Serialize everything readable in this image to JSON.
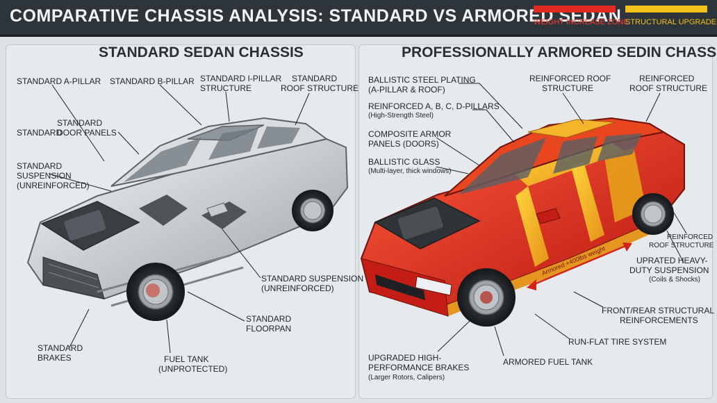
{
  "title": "COMPARATIVE CHASSIS ANALYSIS: STANDARD VS ARMORED SEDAN",
  "legend": [
    {
      "label": "WEIGHT INCREASE ZONE",
      "color": "#e02a22"
    },
    {
      "label": "STRUCTURAL UPGRADES",
      "color": "#f2c21a"
    }
  ],
  "left": {
    "heading": "STANDARD SEDAN CHASSIS",
    "labels": {
      "a_pillar": "STANDARD A-PILLAR",
      "b_pillar": "STANDARD B-PILLAR",
      "i_pillar_1": "STANDARD I-PILLAR",
      "i_pillar_2": "STRUCTURE",
      "roof_1": "STANDARD",
      "roof_2": "ROOF STRUCTURE",
      "door_std": "STANDARD",
      "door_1": "STANDARD",
      "door_2": "DOOR PANELS",
      "susp_a_1": "STANDARD",
      "susp_a_2": "SUSPENSION",
      "susp_a_3": "(UNREINFORCED)",
      "susp_b_1": "STANDARD SUSPENSION",
      "susp_b_2": "(UNREINFORCED)",
      "floor_1": "STANDARD",
      "floor_2": "FLOORPAN",
      "brakes_1": "STANDARD",
      "brakes_2": "BRAKES",
      "fuel_1": "FUEL TANK",
      "fuel_2": "(UNPROTECTED)"
    }
  },
  "right": {
    "heading": "PROFESSIONALLY ARMORED SEDIN CHASSIS",
    "labels": {
      "ballistic_1": "BALLISTIC STEEL PLATING",
      "ballistic_2": "(A-PILLAR & ROOF)",
      "pillars_1": "REINFORCED A, B, C, D-PILLARS",
      "pillars_2": "(High-Strength Steel)",
      "composite_1": "COMPOSITE ARMOR",
      "composite_2": "PANELS (DOORS)",
      "glass_1": "BALLISTIC GLASS",
      "glass_2": "(Multi-layer, thick windows)",
      "roof_a_1": "REINFORCED ROOF",
      "roof_a_2": "STRUCTURE",
      "roof_b_1": "REINFORCED",
      "roof_b_2": "ROOF STRUCTURE",
      "roof_c_1": "REINFORCED",
      "roof_c_2": "ROOF STRUCTURE",
      "susp_1": "UPRATED HEAVY-",
      "susp_2": "DUTY SUSPENSION",
      "susp_3": "(Coils & Shocks)",
      "struct_1": "FRONT/REAR STRUCTURAL",
      "struct_2": "REINFORCEMENTS",
      "runflat": "RUN-FLAT TIRE SYSTEM",
      "fuel": "ARMORED FUEL TANK",
      "brakes_1": "UPGRADED HIGH-",
      "brakes_2": "PERFORMANCE BRAKES",
      "brakes_3": "(Larger Rotors, Calipers)",
      "arrow_text": "Armored +400lbs weight"
    }
  }
}
